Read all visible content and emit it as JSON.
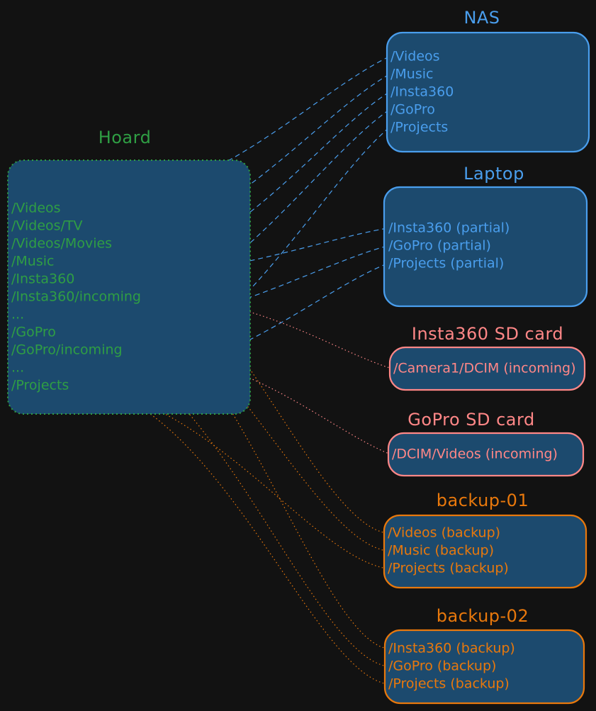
{
  "nodes": {
    "hoard": {
      "title": "Hoard",
      "items": [
        "/Videos",
        "/Videos/TV",
        "/Videos/Movies",
        "/Music",
        "/Insta360",
        "/Insta360/incoming",
        "...",
        "/GoPro",
        "/GoPro/incoming",
        "...",
        "/Projects"
      ]
    },
    "nas": {
      "title": "NAS",
      "items": [
        "/Videos",
        "/Music",
        "/Insta360",
        "/GoPro",
        "/Projects"
      ]
    },
    "laptop": {
      "title": "Laptop",
      "items": [
        "/Insta360 (partial)",
        "/GoPro (partial)",
        "/Projects (partial)"
      ]
    },
    "insta_sd": {
      "title": "Insta360 SD card",
      "items": [
        "/Camera1/DCIM (incoming)"
      ]
    },
    "gopro_sd": {
      "title": "GoPro SD card",
      "items": [
        "/DCIM/Videos (incoming)"
      ]
    },
    "backup01": {
      "title": "backup-01",
      "items": [
        "/Videos (backup)",
        "/Music (backup)",
        "/Projects (backup)"
      ]
    },
    "backup02": {
      "title": "backup-02",
      "items": [
        "/Insta360 (backup)",
        "/GoPro (backup)",
        "/Projects (backup)"
      ]
    }
  },
  "colors": {
    "background": "#121212",
    "box_fill": "#1c4a6e",
    "hoard": "#2f9e44",
    "nas_laptop": "#4a9eed",
    "sd_card": "#ff8787",
    "backup": "#e8780c"
  },
  "edges": [
    {
      "from": "nas.0",
      "to": "hoard.0",
      "color": "nas_laptop"
    },
    {
      "from": "nas.1",
      "to": "hoard.3",
      "color": "nas_laptop"
    },
    {
      "from": "nas.2",
      "to": "hoard.4",
      "color": "nas_laptop"
    },
    {
      "from": "nas.3",
      "to": "hoard.7",
      "color": "nas_laptop"
    },
    {
      "from": "nas.4",
      "to": "hoard.10",
      "color": "nas_laptop"
    },
    {
      "from": "laptop.0",
      "to": "hoard.4",
      "color": "nas_laptop"
    },
    {
      "from": "laptop.1",
      "to": "hoard.7",
      "color": "nas_laptop"
    },
    {
      "from": "laptop.2",
      "to": "hoard.10",
      "color": "nas_laptop"
    },
    {
      "from": "insta_sd.0",
      "to": "hoard.5",
      "color": "sd_card"
    },
    {
      "from": "gopro_sd.0",
      "to": "hoard.8",
      "color": "sd_card"
    },
    {
      "from": "backup01.0",
      "to": "hoard.0",
      "color": "backup"
    },
    {
      "from": "backup01.1",
      "to": "hoard.3",
      "color": "backup"
    },
    {
      "from": "backup01.2",
      "to": "hoard.10",
      "color": "backup"
    },
    {
      "from": "backup02.0",
      "to": "hoard.4",
      "color": "backup"
    },
    {
      "from": "backup02.1",
      "to": "hoard.7",
      "color": "backup"
    },
    {
      "from": "backup02.2",
      "to": "hoard.10",
      "color": "backup"
    }
  ]
}
